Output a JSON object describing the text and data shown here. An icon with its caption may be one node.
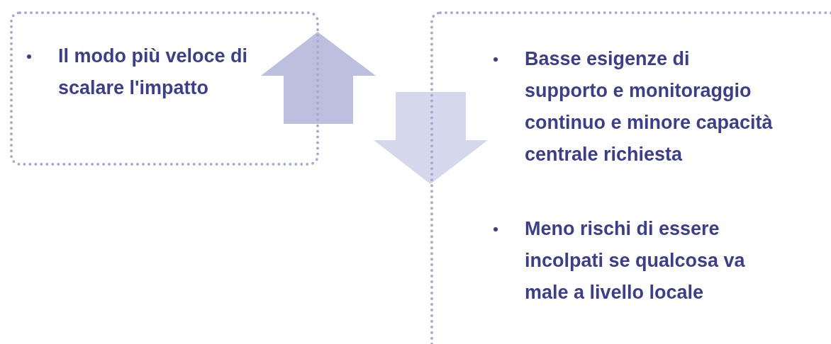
{
  "diagram": {
    "nodes": [
      {
        "text": [
          "Il modo più veloce di scalare l'impatto"
        ]
      },
      {
        "text": [
          "Basse esigenze di supporto e monitoraggio continuo e minore capacità centrale richiesta",
          "Meno rischi di essere incolpati se qualcosa va male a livello locale"
        ]
      }
    ]
  }
}
